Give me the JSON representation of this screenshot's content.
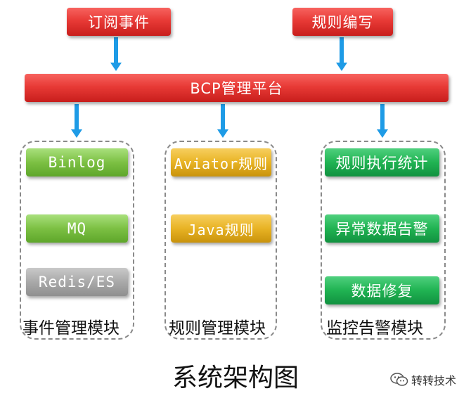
{
  "inputs": {
    "subscribe_events": "订阅事件",
    "rule_writing": "规则编写"
  },
  "platform": {
    "title": "BCP管理平台"
  },
  "modules": [
    {
      "label": "事件管理模块",
      "items": [
        "Binlog",
        "MQ",
        "Redis/ES"
      ]
    },
    {
      "label": "规则管理模块",
      "items": [
        "Aviator规则",
        "Java规则"
      ]
    },
    {
      "label": "监控告警模块",
      "items": [
        "规则执行统计",
        "异常数据告警",
        "数据修复"
      ]
    }
  ],
  "caption": "系统架构图",
  "watermark": {
    "text": "转转技术",
    "icon": "wechat-icon"
  },
  "colors": {
    "red": "#e83a36",
    "light_green": "#7cc043",
    "gray": "#a9a9a9",
    "gold": "#e8b324",
    "dark_green": "#20b352",
    "arrow": "#1e9be6"
  }
}
